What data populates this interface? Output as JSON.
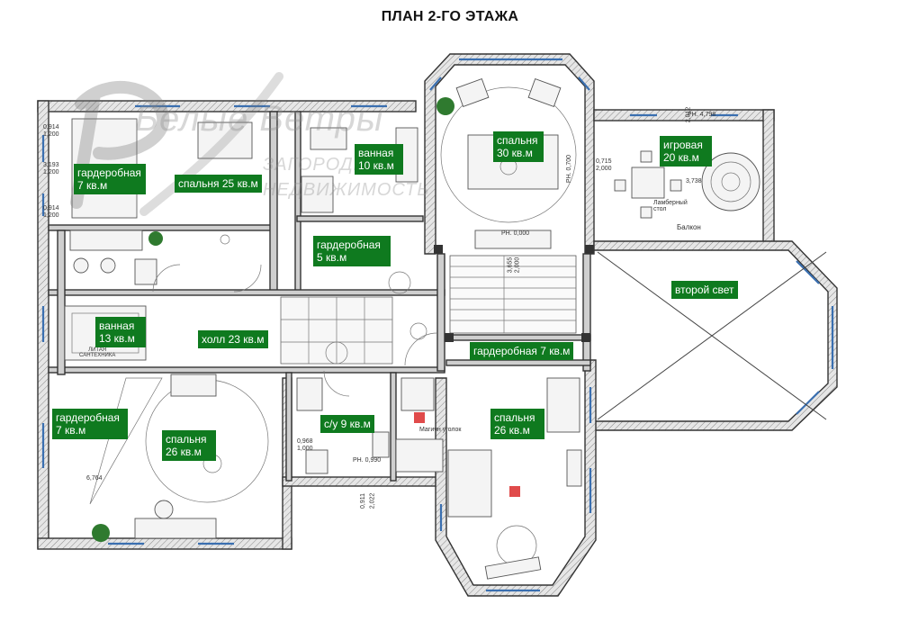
{
  "title": "ПЛАН 2-ГО ЭТАЖА",
  "watermark": {
    "logo_text": "Белые Ветры",
    "line1": "ЗАГОРОДНАЯ",
    "line2": "НЕДВИЖИМОСТЬ"
  },
  "rooms": [
    {
      "id": "wardrobe-7-nw",
      "lines": [
        "гардеробная",
        "7 кв.м"
      ]
    },
    {
      "id": "bedroom-25",
      "lines": [
        "спальня 25 кв.м"
      ]
    },
    {
      "id": "bathroom-10",
      "lines": [
        "ванная",
        "10 кв.м"
      ]
    },
    {
      "id": "bedroom-30",
      "lines": [
        "спальня",
        "30 кв.м"
      ]
    },
    {
      "id": "playroom-20",
      "lines": [
        "игровая",
        "20 кв.м"
      ]
    },
    {
      "id": "wardrobe-5",
      "lines": [
        "гардеробная",
        "5 кв.м"
      ]
    },
    {
      "id": "second-light",
      "lines": [
        "второй свет"
      ]
    },
    {
      "id": "bathroom-13",
      "lines": [
        "ванная",
        "13 кв.м"
      ]
    },
    {
      "id": "hall-23",
      "lines": [
        "холл 23 кв.м"
      ]
    },
    {
      "id": "wardrobe-7-center",
      "lines": [
        "гардеробная 7 кв.м"
      ]
    },
    {
      "id": "wardrobe-7-sw",
      "lines": [
        "гардеробная",
        "7 кв.м"
      ]
    },
    {
      "id": "wc-9",
      "lines": [
        "с/у 9 кв.м"
      ]
    },
    {
      "id": "bedroom-26-se",
      "lines": [
        "спальня",
        "26 кв.м"
      ]
    },
    {
      "id": "bedroom-26-sw",
      "lines": [
        "спальня",
        "26 кв.м"
      ]
    }
  ],
  "annotations": {
    "balcony": "Балкон",
    "lambert_table": "Ламберный\nстол",
    "magic_corner": "Магичн уголок",
    "dim_1": "0,914",
    "dim_2": "1,200",
    "dim_3": "3,193",
    "dim_4": "1,200",
    "dim_5": "0,914",
    "dim_6": "1,200",
    "dim_7": "6,764",
    "dim_8": "0,968",
    "dim_9": "1,000",
    "dim_10": "0,911",
    "dim_11": "2,022",
    "dim_12": "РН. 0,990",
    "dim_13": "РН. 0,700",
    "dim_14": "РН. 0,000",
    "dim_15": "0,715",
    "dim_16": "2,000",
    "dim_17": "РН. 4,798",
    "dim_18": "3,738",
    "dim_19": "2,012",
    "dim_20": "2,012",
    "dim_21": "3,655",
    "dim_22": "2,000",
    "bath_note": "ЛИТАЯ\nСАНТЕХНИКА"
  }
}
